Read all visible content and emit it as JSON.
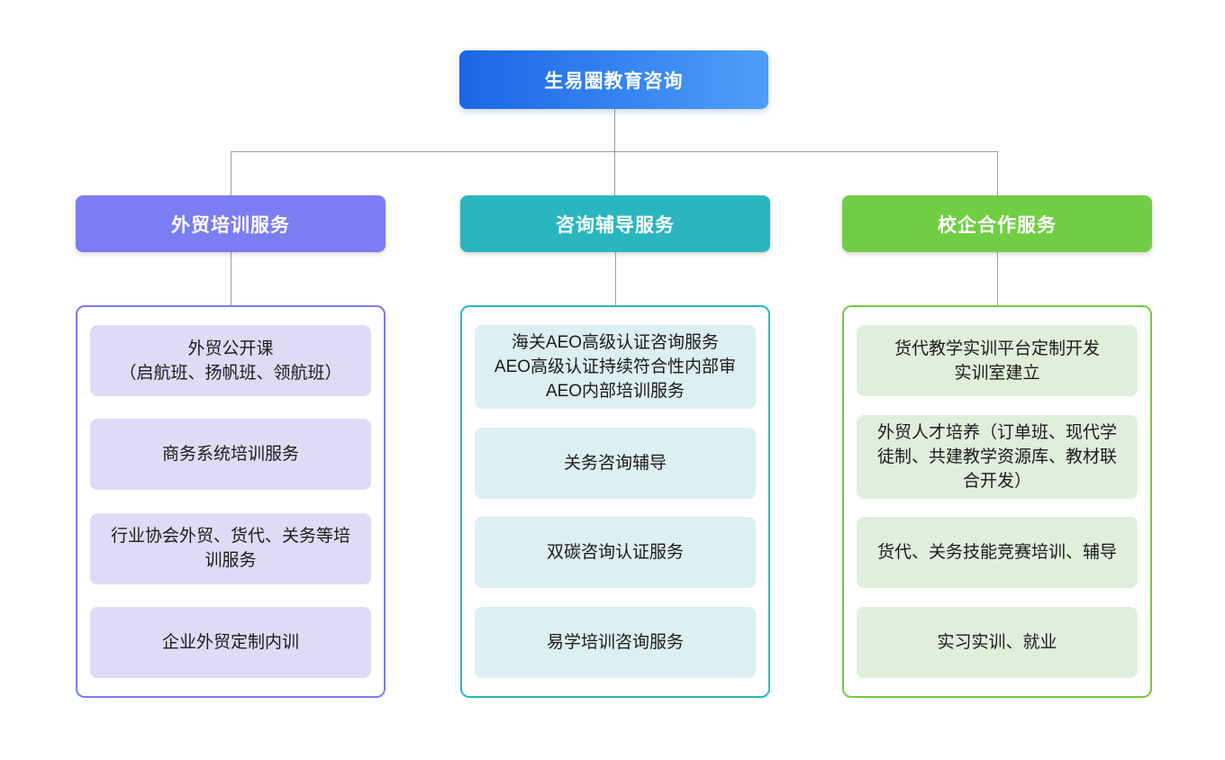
{
  "page": {
    "background": "#FFFFFF",
    "text_color": "#1B1B1B"
  },
  "root": {
    "title": "生易圈教育咨询",
    "gradient_from": "#1B66E6",
    "gradient_to": "#4D9FF8",
    "text_color": "#FFFFFF"
  },
  "connectors": {
    "color": "#97A0A6"
  },
  "branches": [
    {
      "title": "外贸培训服务",
      "header_bg": "#7B7DF2",
      "container_border": "#7B7DF2",
      "item_bg": "#DFDBF5",
      "items": [
        [
          "外贸公开课",
          "（启航班、扬帆班、领航班）"
        ],
        [
          "商务系统培训服务"
        ],
        [
          "行业协会外贸、货代、关务等培训服务"
        ],
        [
          "企业外贸定制内训"
        ]
      ]
    },
    {
      "title": "咨询辅导服务",
      "header_bg": "#29B6BE",
      "container_border": "#2BB8BE",
      "item_bg": "#DCEFF2",
      "items": [
        [
          "海关AEO高级认证咨询服务",
          "AEO高级认证持续符合性内部审",
          "AEO内部培训服务"
        ],
        [
          "关务咨询辅导"
        ],
        [
          "双碳咨询认证服务"
        ],
        [
          "易学培训咨询服务"
        ]
      ]
    },
    {
      "title": "校企合作服务",
      "header_bg": "#71CE44",
      "container_border": "#77CB42",
      "item_bg": "#DFF0DA",
      "items": [
        [
          "货代教学实训平台定制开发",
          "实训室建立"
        ],
        [
          "外贸人才培养（订单班、现代学徒制、共建教学资源库、教材联合开发）"
        ],
        [
          "货代、关务技能竞赛培训、辅导"
        ],
        [
          "实习实训、就业"
        ]
      ]
    }
  ]
}
